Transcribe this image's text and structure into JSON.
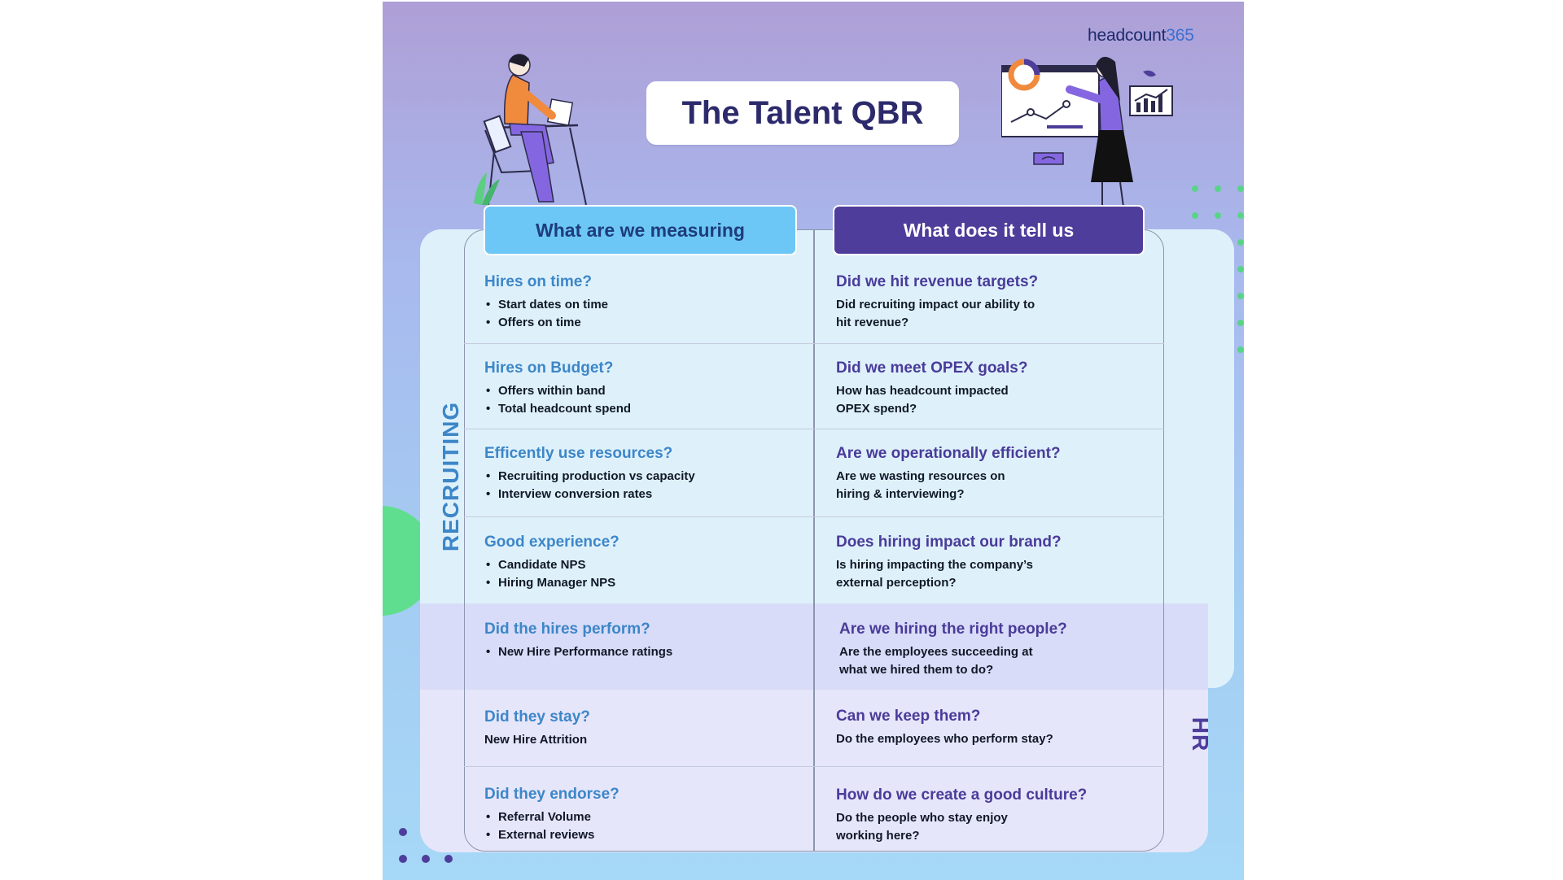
{
  "brand": {
    "name": "headcount",
    "number": "365"
  },
  "title": "The Talent QBR",
  "headers": {
    "left": "What are we measuring",
    "right": "What does it tell us"
  },
  "side_labels": {
    "recruiting": "RECRUITING",
    "hr": "HR"
  },
  "rows": [
    {
      "q": "Hires on time?",
      "items": [
        "Start dates on time",
        "Offers on time"
      ],
      "answer_q": "Did we hit revenue targets?",
      "answer": [
        "Did recruiting impact our ability to",
        "hit revenue?"
      ]
    },
    {
      "q": "Hires on Budget?",
      "items": [
        "Offers within band",
        "Total headcount spend"
      ],
      "answer_q": "Did we meet OPEX goals?",
      "answer": [
        "How has headcount impacted",
        "OPEX spend?"
      ]
    },
    {
      "q": "Efficently use resources?",
      "items": [
        "Recruiting production vs capacity",
        "Interview conversion rates"
      ],
      "answer_q": "Are we operationally efficient?",
      "answer": [
        "Are we wasting resources on",
        "hiring & interviewing?"
      ]
    },
    {
      "q": "Good experience?",
      "items": [
        "Candidate NPS",
        "Hiring Manager NPS"
      ],
      "answer_q": "Does hiring impact our brand?",
      "answer": [
        "Is hiring impacting the company’s",
        "external perception?"
      ]
    },
    {
      "q": "Did the hires perform?",
      "items": [
        "New Hire Performance ratings"
      ],
      "answer_q": "Are we hiring the right people?",
      "answer": [
        "Are the employees succeeding at",
        "what we hired them to do?"
      ]
    },
    {
      "q": "Did they stay?",
      "plain": "New Hire Attrition",
      "answer_q": "Can we keep them?",
      "answer": [
        "Do the employees who perform stay?"
      ]
    },
    {
      "q": "Did they endorse?",
      "items": [
        "Referral Volume",
        "External reviews"
      ],
      "answer_q": "How do we create a good culture?",
      "answer": [
        "Do the people who stay enjoy",
        "working here?"
      ]
    }
  ],
  "colors": {
    "question_blue": "#3d86c8",
    "question_purple": "#4a3b9a",
    "header_blue": "#6cc7f6",
    "header_purple": "#4f3d9b",
    "accent_green": "#60de8f"
  }
}
